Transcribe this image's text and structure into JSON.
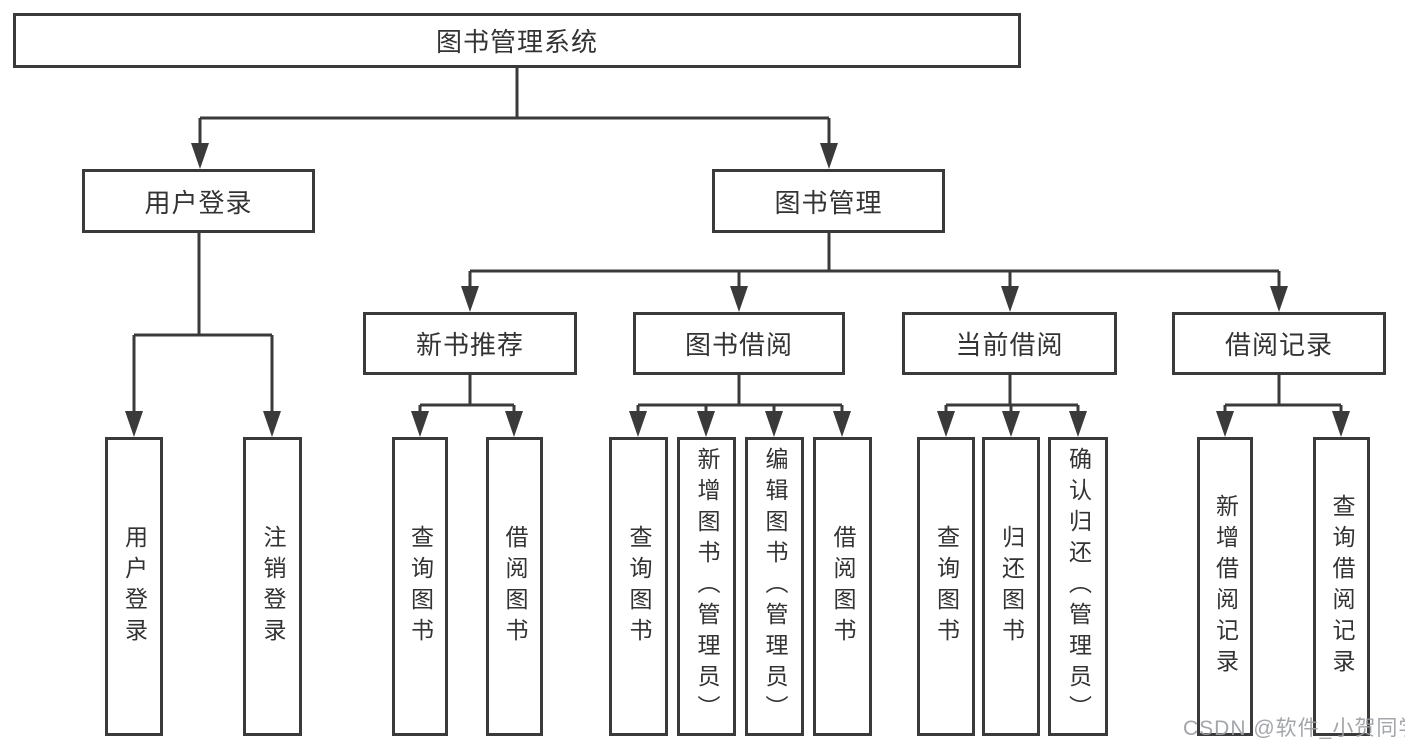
{
  "colors": {
    "line": "#3a3a3a",
    "text": "#333333",
    "background": "#ffffff",
    "watermark": "#9b9ea3"
  },
  "diagram": {
    "root": {
      "label": "图书管理系统"
    },
    "branches": [
      {
        "label": "用户登录",
        "leaves": [
          {
            "label": "用户登录"
          },
          {
            "label": "注销登录"
          }
        ]
      },
      {
        "label": "图书管理",
        "sections": [
          {
            "label": "新书推荐",
            "leaves": [
              {
                "label": "查询图书"
              },
              {
                "label": "借阅图书"
              }
            ]
          },
          {
            "label": "图书借阅",
            "leaves": [
              {
                "label": "查询图书"
              },
              {
                "label": "新增图书（管理员）"
              },
              {
                "label": "编辑图书（管理员）"
              },
              {
                "label": "借阅图书"
              }
            ]
          },
          {
            "label": "当前借阅",
            "leaves": [
              {
                "label": "查询图书"
              },
              {
                "label": "归还图书"
              },
              {
                "label": "确认归还（管理员）"
              }
            ]
          },
          {
            "label": "借阅记录",
            "leaves": [
              {
                "label": "新增借阅记录"
              },
              {
                "label": "查询借阅记录"
              }
            ]
          }
        ]
      }
    ]
  },
  "watermark": {
    "text": "CSDN @软件_小贺同学"
  }
}
